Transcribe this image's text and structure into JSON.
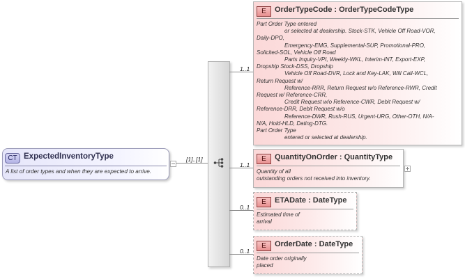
{
  "complex_type": {
    "badge": "CT",
    "name": "ExpectedInventoryType",
    "description": "A list of order types and when they are expected to arrive.",
    "multiplicity": "[1]..[1]"
  },
  "compositor": {
    "type": "sequence",
    "icon": "sequence-icon"
  },
  "elements": [
    {
      "badge": "E",
      "title": "OrderTypeCode : OrderTypeCodeType",
      "multiplicity": "1..1",
      "optional": false,
      "description_lines": [
        {
          "text": "Part Order Type entered",
          "indent": false
        },
        {
          "text": "or selected at dealership. Stock-STK, Vehicle Off Road-VOR,",
          "indent": true
        },
        {
          "text": "Daily-DPO,",
          "indent": false
        },
        {
          "text": "Emergency-EMG, Supplemental-SUP, Promotional-PRO,",
          "indent": true
        },
        {
          "text": "Solicited-SOL, Vehicle Off Road",
          "indent": false
        },
        {
          "text": "Parts Inquiry-VPI, Weekly-WKL, Interim-INT, Export-EXP,",
          "indent": true
        },
        {
          "text": "Dropship Stock-DSS, Dropship",
          "indent": false
        },
        {
          "text": "Vehicle Off Road-DVR, Lock and Key-LAK, Will Call-WCL,",
          "indent": true
        },
        {
          "text": "Return Request w/",
          "indent": false
        },
        {
          "text": "Reference-RRR, Return Request w/o Reference-RWR, Credit",
          "indent": true
        },
        {
          "text": "Request w/ Reference-CRR,",
          "indent": false
        },
        {
          "text": "Credit Request w/o Reference-CWR, Debit Request w/",
          "indent": true
        },
        {
          "text": "Reference-DRR, Debit Request w/o",
          "indent": false
        },
        {
          "text": "Reference-DWR, Rush-RUS, Urgent-URG, Other-OTH, N/A-",
          "indent": true
        },
        {
          "text": "N/A, Hold-HLD, Dating-DTG.",
          "indent": false
        },
        {
          "text": "Part Order Type",
          "indent": false
        },
        {
          "text": "entered or selected at dealership.",
          "indent": true
        }
      ]
    },
    {
      "badge": "E",
      "title": "QuantityOnOrder : QuantityType",
      "multiplicity": "1..1",
      "optional": false,
      "expandable": true,
      "description_lines": [
        {
          "text": "Quantity of all",
          "indent": false
        },
        {
          "text": "outstanding orders not received into inventory.",
          "indent": false
        }
      ]
    },
    {
      "badge": "E",
      "title": "ETADate : DateType",
      "multiplicity": "0..1",
      "optional": true,
      "description_lines": [
        {
          "text": "Estimated time of",
          "indent": false
        },
        {
          "text": "arrival",
          "indent": false
        }
      ]
    },
    {
      "badge": "E",
      "title": "OrderDate : DateType",
      "multiplicity": "0..1",
      "optional": true,
      "description_lines": [
        {
          "text": "Date order originally",
          "indent": false
        },
        {
          "text": "placed",
          "indent": false
        }
      ]
    }
  ]
}
